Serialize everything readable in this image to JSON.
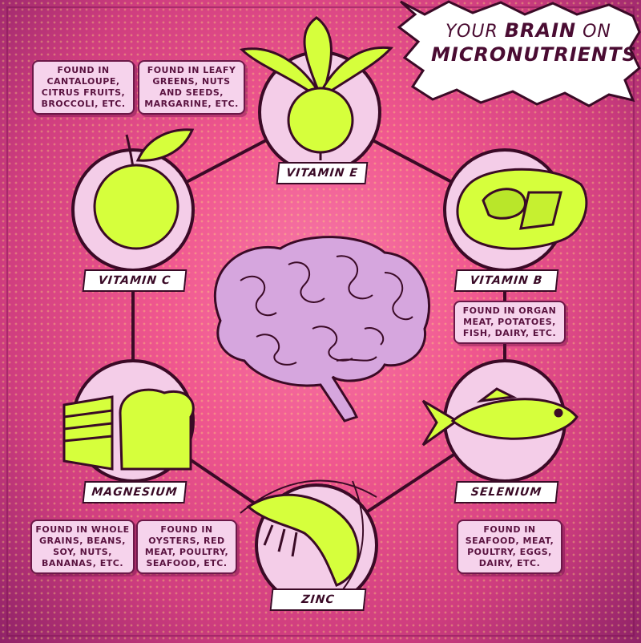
{
  "title": {
    "line1_prefix": "YOUR ",
    "line1_emphasis": "BRAIN",
    "line1_suffix": " ON",
    "line2": "MICRONUTRIENTS"
  },
  "nutrients": {
    "vitamin_e": {
      "label": "VITAMIN E",
      "info": [
        "FOUND IN LEAFY",
        "GREENS, NUTS",
        "AND SEEDS,",
        "MARGARINE, ETC."
      ],
      "icon": "beet-icon"
    },
    "vitamin_c": {
      "label": "VITAMIN C",
      "info": [
        "FOUND IN",
        "CANTALOUPE,",
        "CITRUS FRUITS,",
        "BROCCOLI, ETC."
      ],
      "icon": "orange-icon"
    },
    "vitamin_b": {
      "label": "VITAMIN B",
      "info": [
        "FOUND IN ORGAN",
        "MEAT, POTATOES,",
        "FISH, DAIRY, ETC."
      ],
      "icon": "steak-icon"
    },
    "magnesium": {
      "label": "MAGNESIUM",
      "info": [
        "FOUND IN WHOLE",
        "GRAINS, BEANS,",
        "SOY, NUTS,",
        "BANANAS, ETC."
      ],
      "icon": "bread-icon"
    },
    "zinc": {
      "label": "ZINC",
      "info": [
        "FOUND IN",
        "OYSTERS, RED",
        "MEAT, POULTRY,",
        "SEAFOOD, ETC."
      ],
      "icon": "shrimp-icon"
    },
    "selenium": {
      "label": "SELENIUM",
      "info": [
        "FOUND IN",
        "SEAFOOD, MEAT,",
        "POULTRY, EGGS,",
        "DAIRY, ETC."
      ],
      "icon": "fish-icon"
    }
  },
  "center_icon": "brain-icon",
  "colors": {
    "accent_green": "#d6ff3c",
    "dark_outline": "#3a0a26",
    "bubble_fill": "#f4cde8",
    "background_pink": "#f0578f"
  }
}
